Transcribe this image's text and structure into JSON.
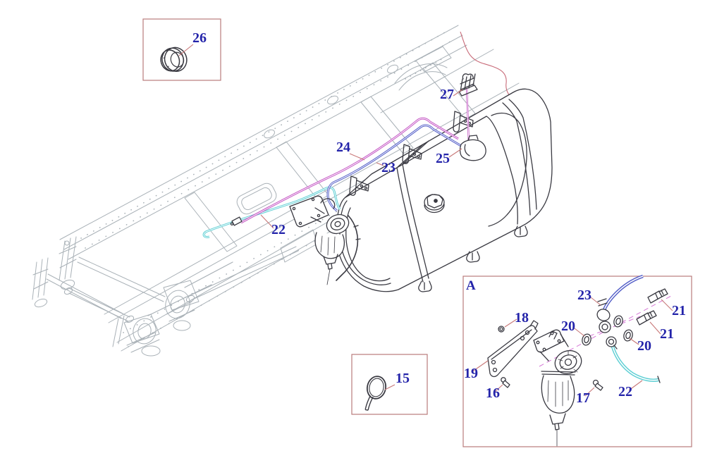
{
  "colors": {
    "callout_text": "#2424aa",
    "leader_line": "#c87878",
    "box_border": "#b97c7c",
    "chassis_gray": "#a9b1b7",
    "part_outline": "#3a3a42",
    "line_22_cyan": "#5ecfd4",
    "line_23_blue": "#5560c8",
    "line_24_magenta": "#c455c4",
    "centerline_pink": "#d678d6",
    "break_line_red": "#c86a78"
  },
  "main_view": {
    "callouts": {
      "c22": "22",
      "c23": "23",
      "c24": "24",
      "c25": "25",
      "c27": "27"
    }
  },
  "inset_grommet": {
    "callout": "26"
  },
  "inset_ring": {
    "callout": "15"
  },
  "detail_view": {
    "label": "A",
    "callouts": {
      "c16": "16",
      "c17": "17",
      "c18": "18",
      "c19": "19",
      "c20a": "20",
      "c20b": "20",
      "c21a": "21",
      "c21b": "21",
      "c22": "22",
      "c23": "23"
    }
  }
}
